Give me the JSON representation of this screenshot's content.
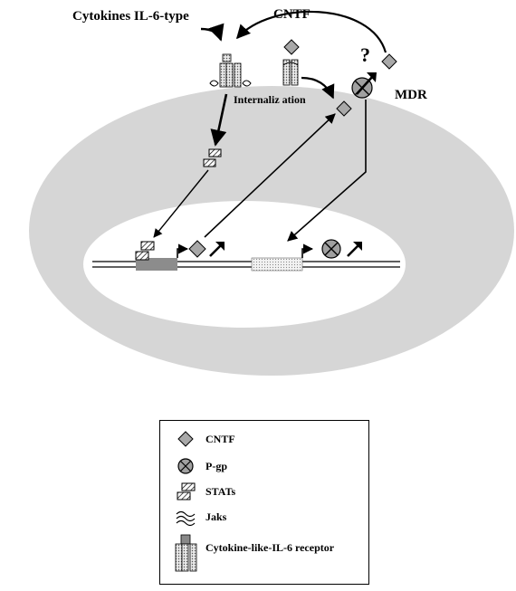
{
  "labels": {
    "cytokines": "Cytokines IL-6-type",
    "cntf": "CNTF",
    "question": "?",
    "mdr": "MDR",
    "internalization": "Internaliz ation"
  },
  "legend": {
    "items": [
      {
        "icon": "diamond-icon",
        "label": "CNTF"
      },
      {
        "icon": "pgp-icon",
        "label": "P-gp"
      },
      {
        "icon": "stats-icon",
        "label": "STATs"
      },
      {
        "icon": "jaks-icon",
        "label": "Jaks"
      },
      {
        "icon": "receptor-icon",
        "label": "Cytokine-like-IL-6 receptor"
      }
    ]
  },
  "colors": {
    "cytoplasm": "#d6d6d6",
    "nucleus": "#ffffff",
    "diamond": "#a8a8a8",
    "pgp": "#a0a0a0",
    "promoter_stat": "#8c8c8c",
    "promoter_mdr": "#e6e6e6"
  }
}
